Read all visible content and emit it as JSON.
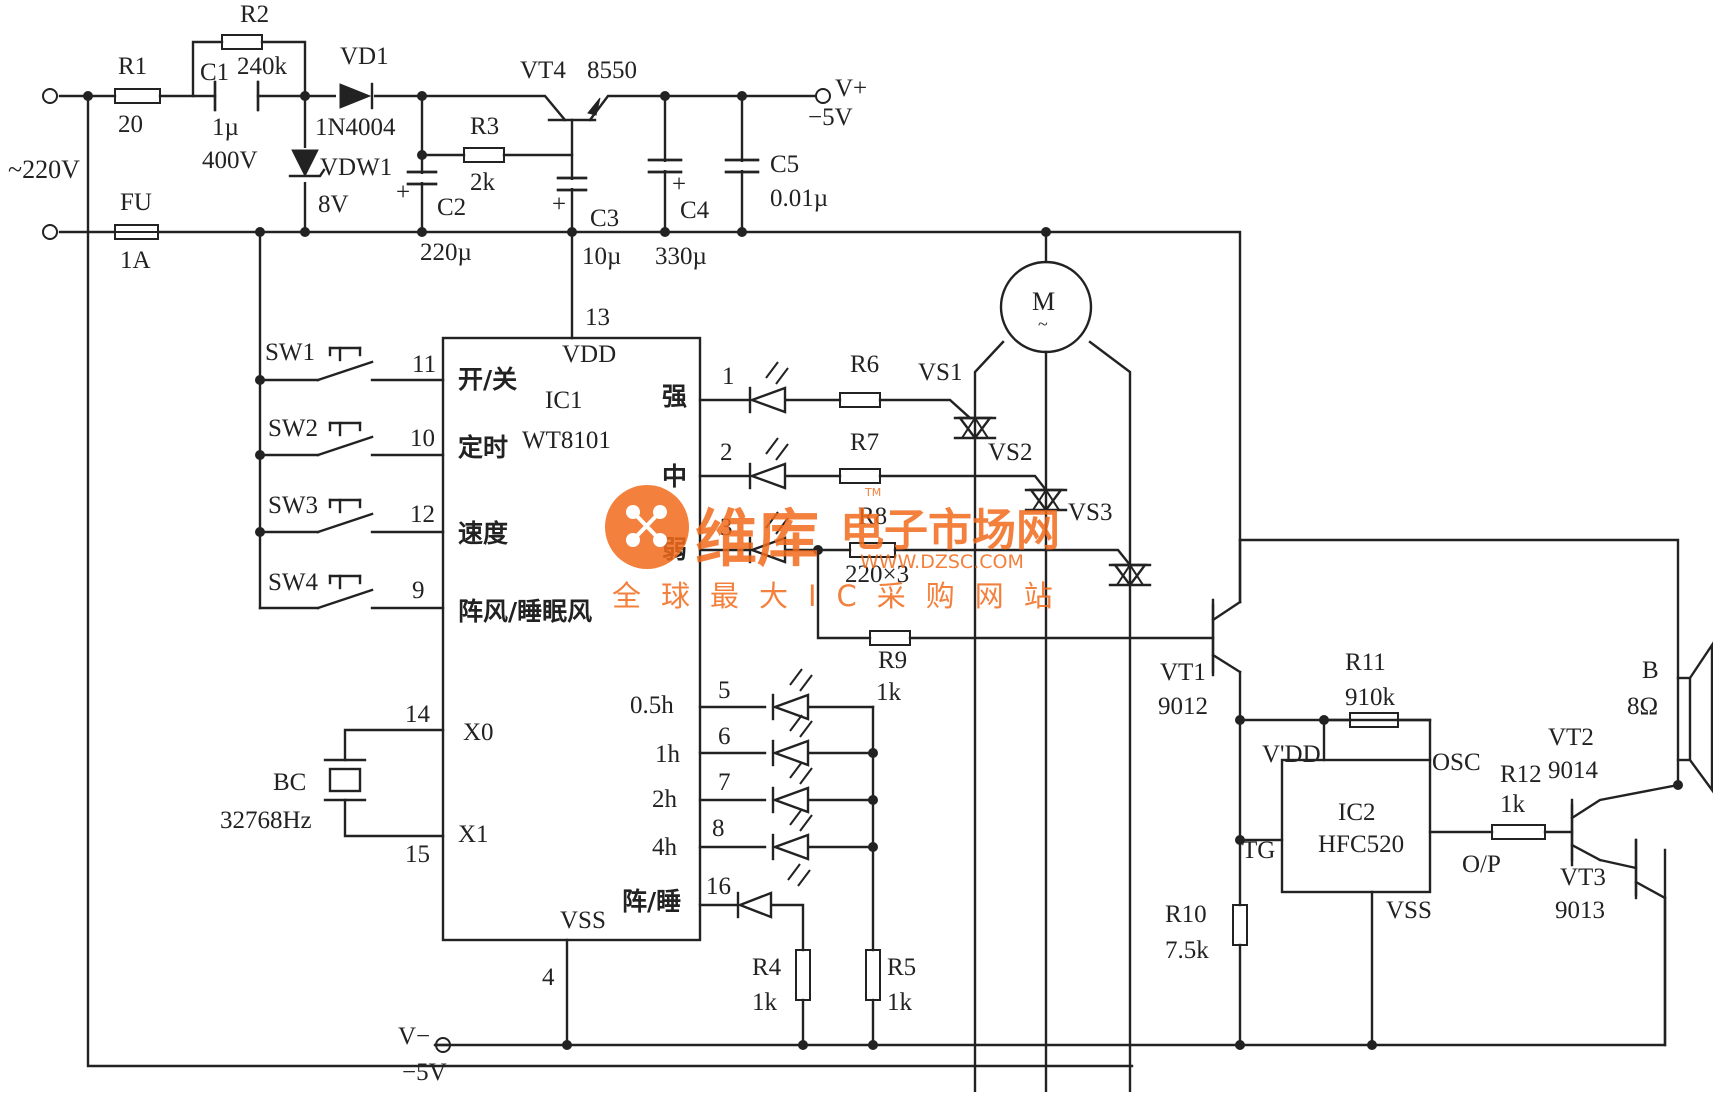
{
  "supply": {
    "input": "~220V",
    "vplus": "V+",
    "vplus_val": "−5V",
    "vminus": "V−",
    "vminus_val": "−5V"
  },
  "components": {
    "r1": "R1",
    "r1_val": "20",
    "r2": "R2",
    "r2_val": "240k",
    "c1": "C1",
    "c1_val": "1µ",
    "c1_val2": "400V",
    "vd1": "VD1",
    "vd1_val": "1N4004",
    "vdw1": "VDW1",
    "vdw1_val": "8V",
    "fu": "FU",
    "fu_val": "1A",
    "r3": "R3",
    "r3_val": "2k",
    "c2": "C2",
    "c2_val": "220µ",
    "vt4": "VT4",
    "vt4_val": "8550",
    "c3": "C3",
    "c3_val": "10µ",
    "c4": "C4",
    "c4_val": "330µ",
    "c5": "C5",
    "c5_val": "0.01µ",
    "motor": "M",
    "sw1": "SW1",
    "sw2": "SW2",
    "sw3": "SW3",
    "sw4": "SW4",
    "bc": "BC",
    "bc_val": "32768Hz",
    "r6": "R6",
    "r7": "R7",
    "r8": "R8",
    "r678_val": "220×3",
    "vs1": "VS1",
    "vs2": "VS2",
    "vs3": "VS3",
    "r9": "R9",
    "r9_val": "1k",
    "r4": "R4",
    "r4_val": "1k",
    "r5": "R5",
    "r5_val": "1k",
    "vt1": "VT1",
    "vt1_val": "9012",
    "r10": "R10",
    "r10_val": "7.5k",
    "r11": "R11",
    "r11_val": "910k",
    "r12": "R12",
    "r12_val": "1k",
    "vt2": "VT2",
    "vt2_val": "9014",
    "vt3": "VT3",
    "vt3_val": "9013",
    "speaker": "B",
    "speaker_val": "8Ω"
  },
  "ic1": {
    "name": "IC1",
    "part": "WT8101",
    "vdd": "VDD",
    "vss": "VSS",
    "pins": {
      "p13": "13",
      "p11": "11",
      "p10": "10",
      "p12": "12",
      "p9": "9",
      "p14": "14",
      "p15": "15",
      "p4": "4",
      "p1": "1",
      "p2": "2",
      "p3": "3",
      "p5": "5",
      "p6": "6",
      "p7": "7",
      "p8": "8",
      "p16": "16"
    },
    "in_labels": {
      "onoff": "开/关",
      "timer": "定时",
      "speed": "速度",
      "mode": "阵风/睡眠风",
      "x0": "X0",
      "x1": "X1"
    },
    "out_labels": {
      "strong": "强",
      "mid": "中",
      "weak": "弱",
      "t05": "0.5h",
      "t1": "1h",
      "t2": "2h",
      "t4": "4h",
      "mode": "阵/睡"
    }
  },
  "ic2": {
    "name": "IC2",
    "part": "HFC520",
    "vdd": "V'DD",
    "vss": "VSS",
    "osc": "OSC",
    "tg": "TG",
    "op": "O/P"
  },
  "watermark": {
    "brand": "维库",
    "site": "电子市场网",
    "url": "WWW.DZSC.COM",
    "slogan": "全球最大IC采购网站",
    "tm": "TM"
  }
}
